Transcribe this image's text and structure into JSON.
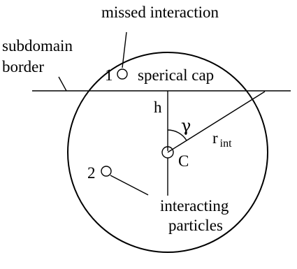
{
  "labels": {
    "missed_interaction": "missed interaction",
    "subdomain": "subdomain",
    "border": "border",
    "particle_1": "1",
    "particle_2": "2",
    "spherical_cap": "sperical cap",
    "h": "h",
    "gamma": "γ",
    "r": "r",
    "r_subscript": "int",
    "center": "C",
    "interacting": "interacting",
    "particles": "particles"
  }
}
